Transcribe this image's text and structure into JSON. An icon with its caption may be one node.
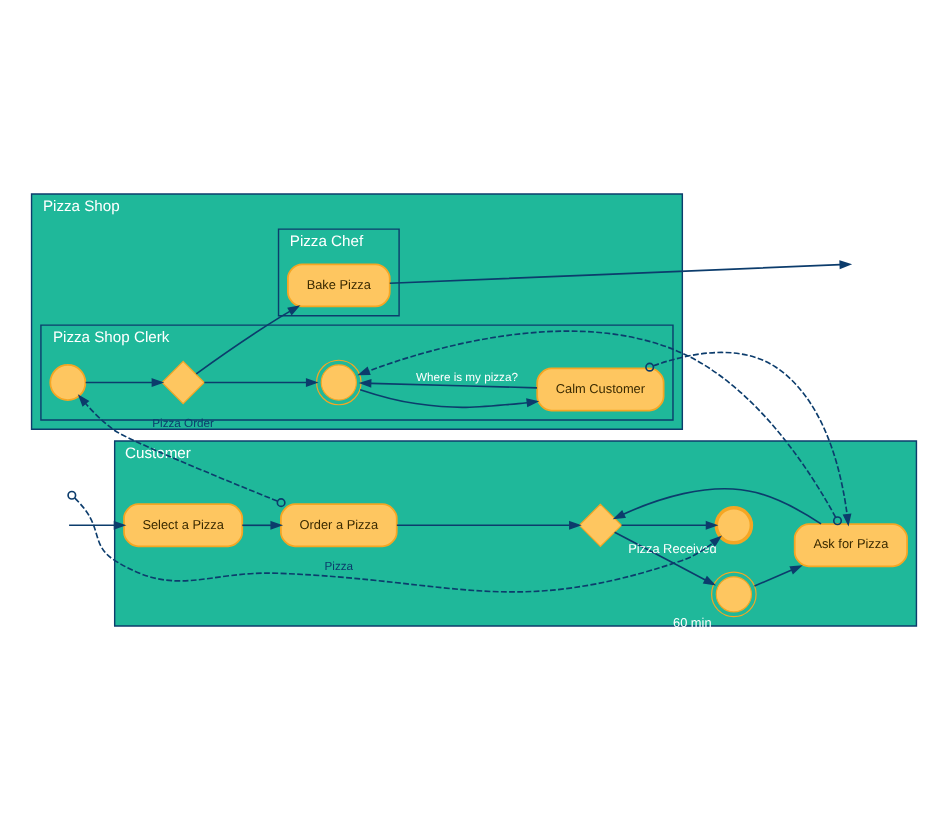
{
  "diagram": {
    "nodes": [
      {
        "text": [
          "Customer"
        ]
      },
      {
        "text": [
          "Select a Pizza"
        ],
        "in": 0
      },
      {
        "text": [
          "Order a Pizza"
        ],
        "in": 0
      },
      {
        "text": [],
        "shape": "diamond",
        "in": 0
      },
      {
        "text": [],
        "shape": "circle",
        "beside": [
          "60 min"
        ],
        "in": 0
      },
      {
        "text": [
          "Ask for Pizza"
        ],
        "in": 0
      },
      {
        "text": [],
        "shape": "circle",
        "beside": [
          "Pizza Received"
        ],
        "in": 0
      },
      {
        "text": [
          "Pizza Shop"
        ]
      },
      {
        "text": [
          "Pizza Shop Clerk"
        ],
        "in": 7
      },
      {
        "text": [
          "Pizza Chef"
        ],
        "in": 7
      },
      {
        "text": [],
        "shape": "circle",
        "in": 8
      },
      {
        "text": [],
        "shape": "diamond",
        "in": 8
      },
      {
        "text": [],
        "shape": "circle",
        "in": 8
      },
      {
        "text": [
          "Calm Customer"
        ],
        "in": 8
      },
      {
        "text": [
          "Bake Pizza"
        ],
        "in": 9
      }
    ],
    "edges": [
      {
        "from": null,
        "to": 1,
        "arrow": "to"
      },
      {
        "from": 1,
        "to": 2,
        "arrow": "to"
      },
      {
        "from": 2,
        "to": 3,
        "arrow": "to"
      },
      {
        "from": 3,
        "to": 6,
        "arrow": "to"
      },
      {
        "from": 3,
        "to": 4,
        "arrow": "to"
      },
      {
        "from": 4,
        "to": 5,
        "arrow": "to"
      },
      {
        "from": 5,
        "to": 3,
        "arrow": "to"
      },
      {
        "from": 2,
        "to": 10,
        "arrow": "to",
        "style": "dashed",
        "label": "Pizza Order"
      },
      {
        "from": 5,
        "to": 12,
        "arrow": "to",
        "style": "dashed"
      },
      {
        "from": 13,
        "to": 5,
        "arrow": "to",
        "style": "dashed"
      },
      {
        "from": 10,
        "to": 11,
        "arrow": "to"
      },
      {
        "from": 11,
        "to": 12,
        "arrow": "to"
      },
      {
        "from": 12,
        "to": 13,
        "arrow": "to"
      },
      {
        "from": 13,
        "to": 12,
        "arrow": "to",
        "label": "Where is my pizza?"
      },
      {
        "from": 11,
        "to": 14,
        "arrow": "to"
      },
      {
        "from": 14,
        "to": null,
        "arrow": "to"
      },
      {
        "from": null,
        "to": 6,
        "arrow": "to",
        "style": "dashed",
        "label": "Pizza"
      }
    ]
  }
}
